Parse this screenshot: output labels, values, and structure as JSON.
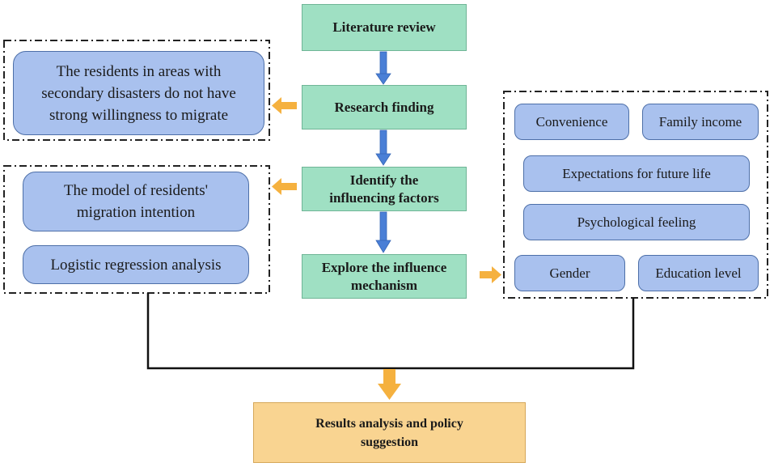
{
  "flow": {
    "step1": "Literature review",
    "step2": "Research finding",
    "step3_line1": "Identify the",
    "step3_line2": "influencing factors",
    "step4_line1": "Explore the influence",
    "step4_line2": "mechanism",
    "result_line1": "Results analysis and policy",
    "result_line2": "suggestion"
  },
  "finding_group": {
    "line1": "The residents in areas with",
    "line2": "secondary disasters do not have",
    "line3": "strong willingness to migrate"
  },
  "method_group": {
    "model_line1": "The model of residents'",
    "model_line2": "migration intention",
    "regression": "Logistic regression analysis"
  },
  "factors_group": {
    "convenience": "Convenience",
    "family_income": "Family income",
    "expectations": "Expectations for future life",
    "psychological": "Psychological feeling",
    "gender": "Gender",
    "education": "Education level"
  },
  "colors": {
    "flow_step": "#9fe0c3",
    "factor_box": "#a9c1ee",
    "result_box": "#f9d491",
    "blue_arrow": "#4a7fd6",
    "orange_arrow": "#f5b13f"
  }
}
